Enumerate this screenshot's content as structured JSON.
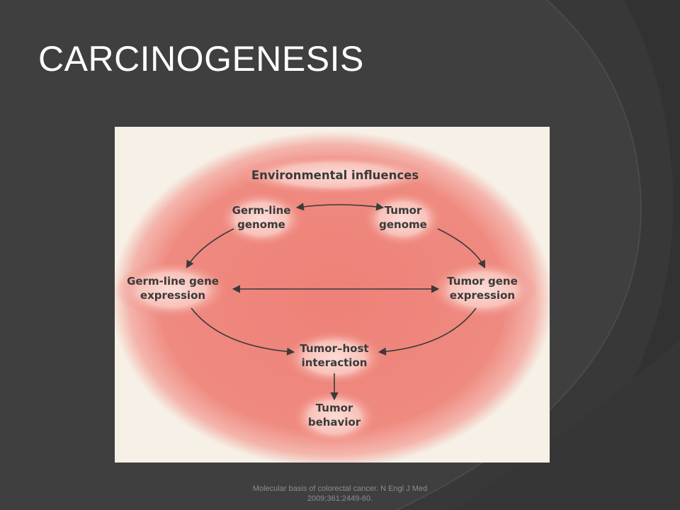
{
  "slide": {
    "title": "CARCINOGENESIS",
    "footer": "Molecular basis of colorectal cancer. N Engl J Med 2009;361:2449-60."
  },
  "colors": {
    "background": "#3f3f3f",
    "title_text": "#ffffff",
    "figure_background": "#f6f0e6",
    "ellipse_fill": "#ee8a80",
    "node_glow": "#fbd8d2",
    "arrow": "#3a3a3a"
  },
  "diagram": {
    "heading": "Environmental influences",
    "nodes": {
      "germline_genome": [
        "Germ-line",
        "genome"
      ],
      "tumor_genome": [
        "Tumor",
        "genome"
      ],
      "germline_expression": [
        "Germ-line gene",
        "expression"
      ],
      "tumor_expression": [
        "Tumor gene",
        "expression"
      ],
      "tumor_host": [
        "Tumor–host",
        "interaction"
      ],
      "tumor_behavior": [
        "Tumor",
        "behavior"
      ]
    },
    "edges": [
      {
        "from": "germline_genome",
        "to": "tumor_genome",
        "direction": "both"
      },
      {
        "from": "germline_genome",
        "to": "germline_expression",
        "direction": "forward"
      },
      {
        "from": "tumor_genome",
        "to": "tumor_expression",
        "direction": "forward"
      },
      {
        "from": "germline_expression",
        "to": "tumor_expression",
        "direction": "both"
      },
      {
        "from": "germline_expression",
        "to": "tumor_host",
        "direction": "forward"
      },
      {
        "from": "tumor_expression",
        "to": "tumor_host",
        "direction": "forward"
      },
      {
        "from": "tumor_host",
        "to": "tumor_behavior",
        "direction": "forward"
      }
    ]
  }
}
